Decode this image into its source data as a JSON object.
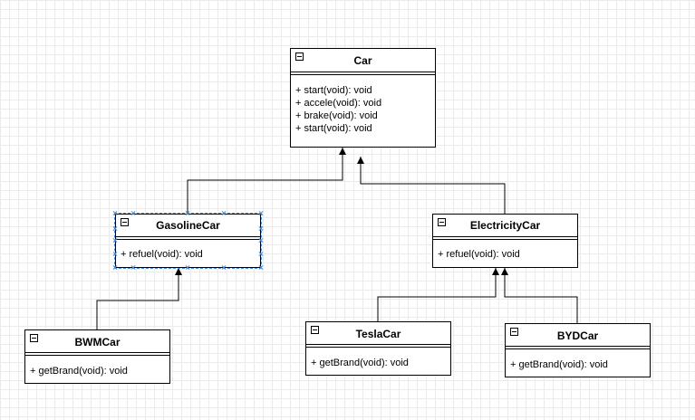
{
  "classes": {
    "car": {
      "name": "Car",
      "methods": [
        "+ start(void): void",
        "+ accele(void): void",
        "+ brake(void): void",
        "+ start(void): void"
      ]
    },
    "gasoline": {
      "name": "GasolineCar",
      "methods": [
        "+ refuel(void): void"
      ]
    },
    "electricity": {
      "name": "ElectricityCar",
      "methods": [
        "+ refuel(void): void"
      ]
    },
    "bwm": {
      "name": "BWMCar",
      "methods": [
        "+ getBrand(void): void"
      ]
    },
    "tesla": {
      "name": "TeslaCar",
      "methods": [
        "+ getBrand(void): void"
      ]
    },
    "byd": {
      "name": "BYDCar",
      "methods": [
        "+ getBrand(void): void"
      ]
    }
  },
  "relations": [
    {
      "from": "GasolineCar",
      "to": "Car",
      "type": "generalization"
    },
    {
      "from": "ElectricityCar",
      "to": "Car",
      "type": "generalization"
    },
    {
      "from": "BWMCar",
      "to": "GasolineCar",
      "type": "generalization"
    },
    {
      "from": "TeslaCar",
      "to": "ElectricityCar",
      "type": "generalization"
    },
    {
      "from": "BYDCar",
      "to": "ElectricityCar",
      "type": "generalization"
    }
  ],
  "selected_class": "GasolineCar",
  "colors": {
    "line": "#000000",
    "selection": "#4a90e2",
    "grid": "#ebebeb"
  }
}
